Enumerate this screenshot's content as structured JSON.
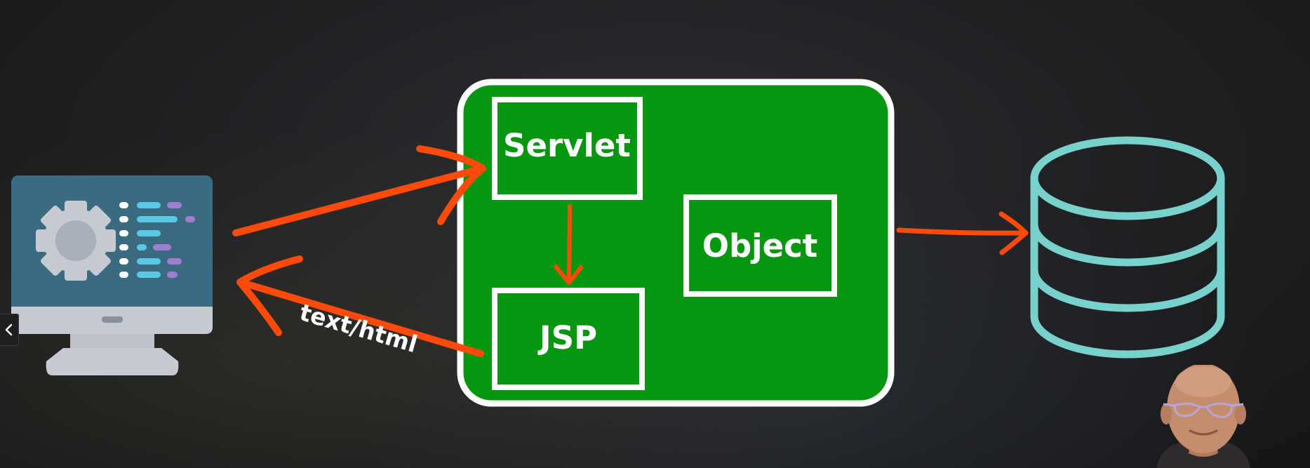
{
  "nodes": {
    "servlet": "Servlet",
    "object": "Object",
    "jsp": "JSP"
  },
  "edge_labels": {
    "response": "text/html"
  },
  "colors": {
    "container": "#07960f",
    "arrow": "#ff4a0c",
    "database": "#79d1cc",
    "monitor_screen": "#3a6b80",
    "monitor_stand": "#c5cad3"
  },
  "icons": {
    "client": "desktop-computer-icon",
    "database": "database-icon",
    "nav": "chevron-left-icon"
  }
}
